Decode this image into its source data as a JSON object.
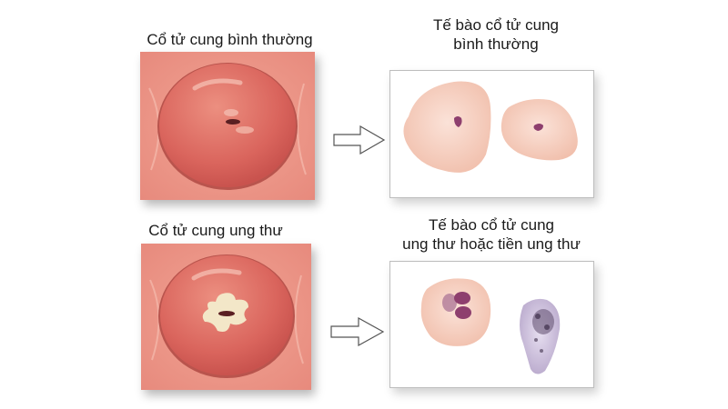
{
  "normal": {
    "cervix_label": "Cổ tử cung bình thường",
    "cells_label_line1": "Tế bào cổ tử cung",
    "cells_label_line2": "bình thường"
  },
  "cancer": {
    "cervix_label": "Cổ tử cung ung thư",
    "cells_label_line1": "Tế bào cổ tử cung",
    "cells_label_line2": "ung thư hoặc tiền ung thư"
  },
  "colors": {
    "tissue": "#e98a7e",
    "cervix": "#d9635c",
    "normal_cell": "#f6cfc0",
    "nucleus": "#8e3f6e",
    "abnormal_cell": "#cfc2db",
    "lesion": "#f3e7c8"
  },
  "icons": {
    "arrow": "right-arrow-outline-icon"
  }
}
